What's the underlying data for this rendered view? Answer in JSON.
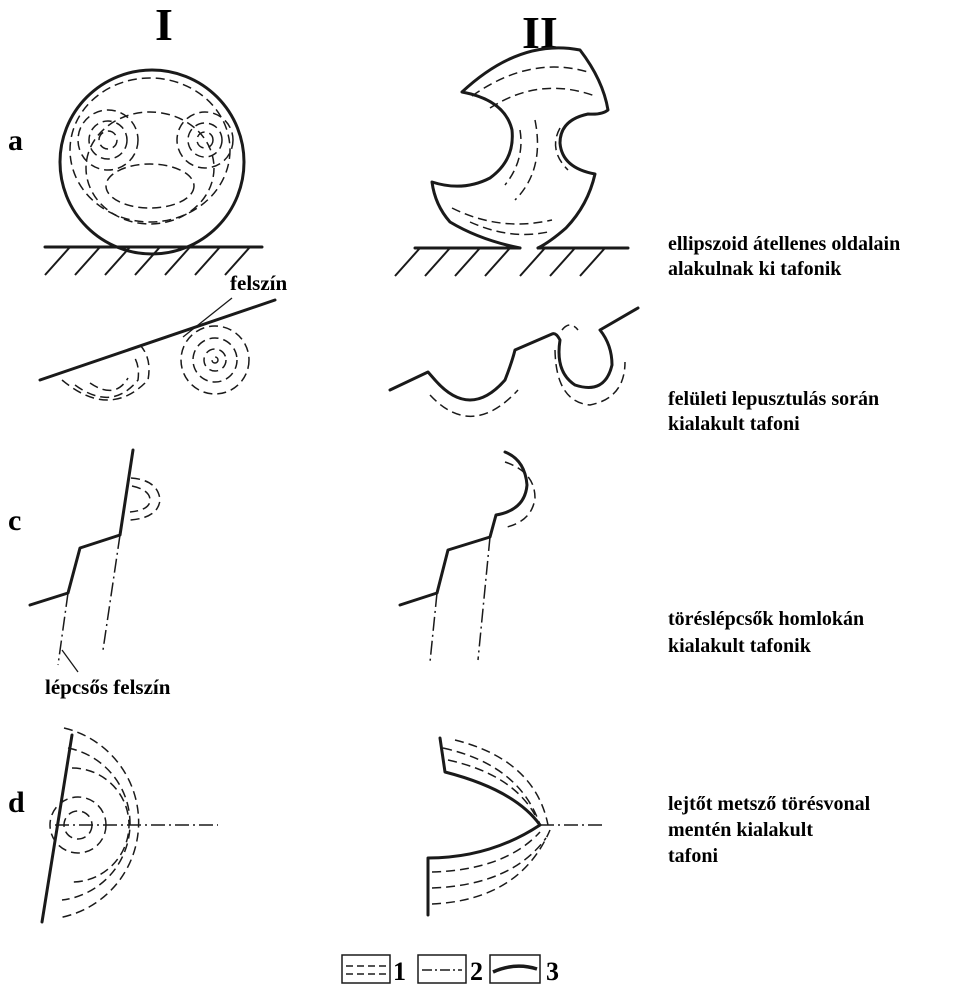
{
  "columns": {
    "I": "I",
    "II": "II"
  },
  "rows": {
    "a": "a",
    "c": "c",
    "d": "d"
  },
  "labels": {
    "surface": "felszín",
    "stepped_surface": "lépcsős felszín"
  },
  "descriptions": {
    "a": [
      "ellipszoid átellenes oldalain",
      "alakulnak ki tafonik"
    ],
    "b": [
      "felületi lepusztulás során",
      "kialakult tafoni"
    ],
    "c": [
      "töréslépcsők homlokán",
      "kialakult tafonik"
    ],
    "d": [
      "lejtőt metsző törésvonal",
      "mentén kialakult",
      "tafoni"
    ]
  },
  "legend": [
    {
      "number": "1",
      "line_style": "dashed"
    },
    {
      "number": "2",
      "line_style": "dash-dot"
    },
    {
      "number": "3",
      "line_style": "solid-thick"
    }
  ]
}
